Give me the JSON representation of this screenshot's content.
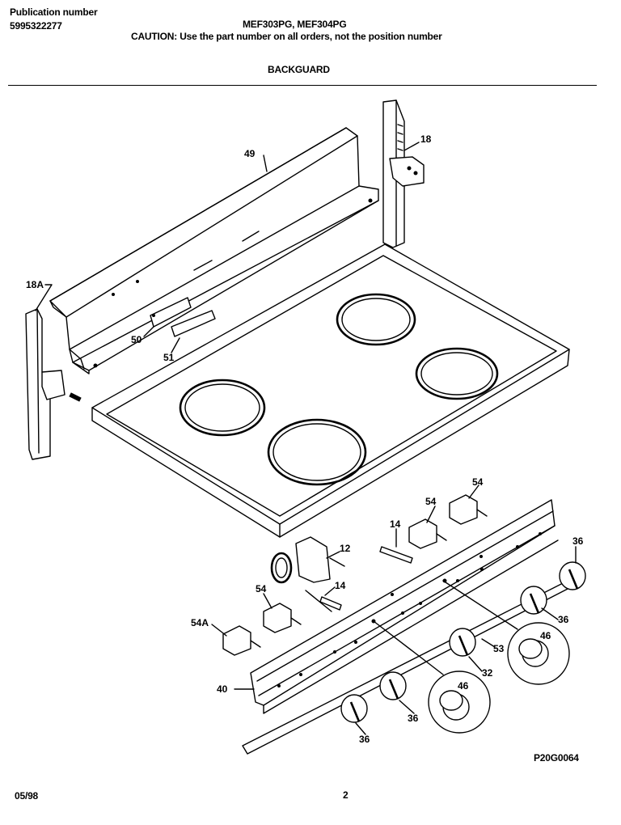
{
  "header": {
    "publication_label": "Publication number",
    "publication_number": "5995322277",
    "models": "MEF303PG, MEF304PG",
    "caution": "CAUTION:  Use the part number on all orders, not the position number",
    "section_title": "BACKGUARD"
  },
  "footer": {
    "diagram_code": "P20G0064",
    "date": "05/98",
    "page_number": "2"
  },
  "part_labels": {
    "p49": "49",
    "p18": "18",
    "p18A": "18A",
    "p50": "50",
    "p51": "51",
    "p54_right": "54",
    "p54_mid": "54",
    "p14_top": "14",
    "p12": "12",
    "p14_low": "14",
    "p54_left": "54",
    "p54A": "54A",
    "p36_r1": "36",
    "p36_r2": "36",
    "p46_top": "46",
    "p53": "53",
    "p32": "32",
    "p46_low": "46",
    "p36_mid": "36",
    "p40": "40",
    "p36_low": "36"
  }
}
